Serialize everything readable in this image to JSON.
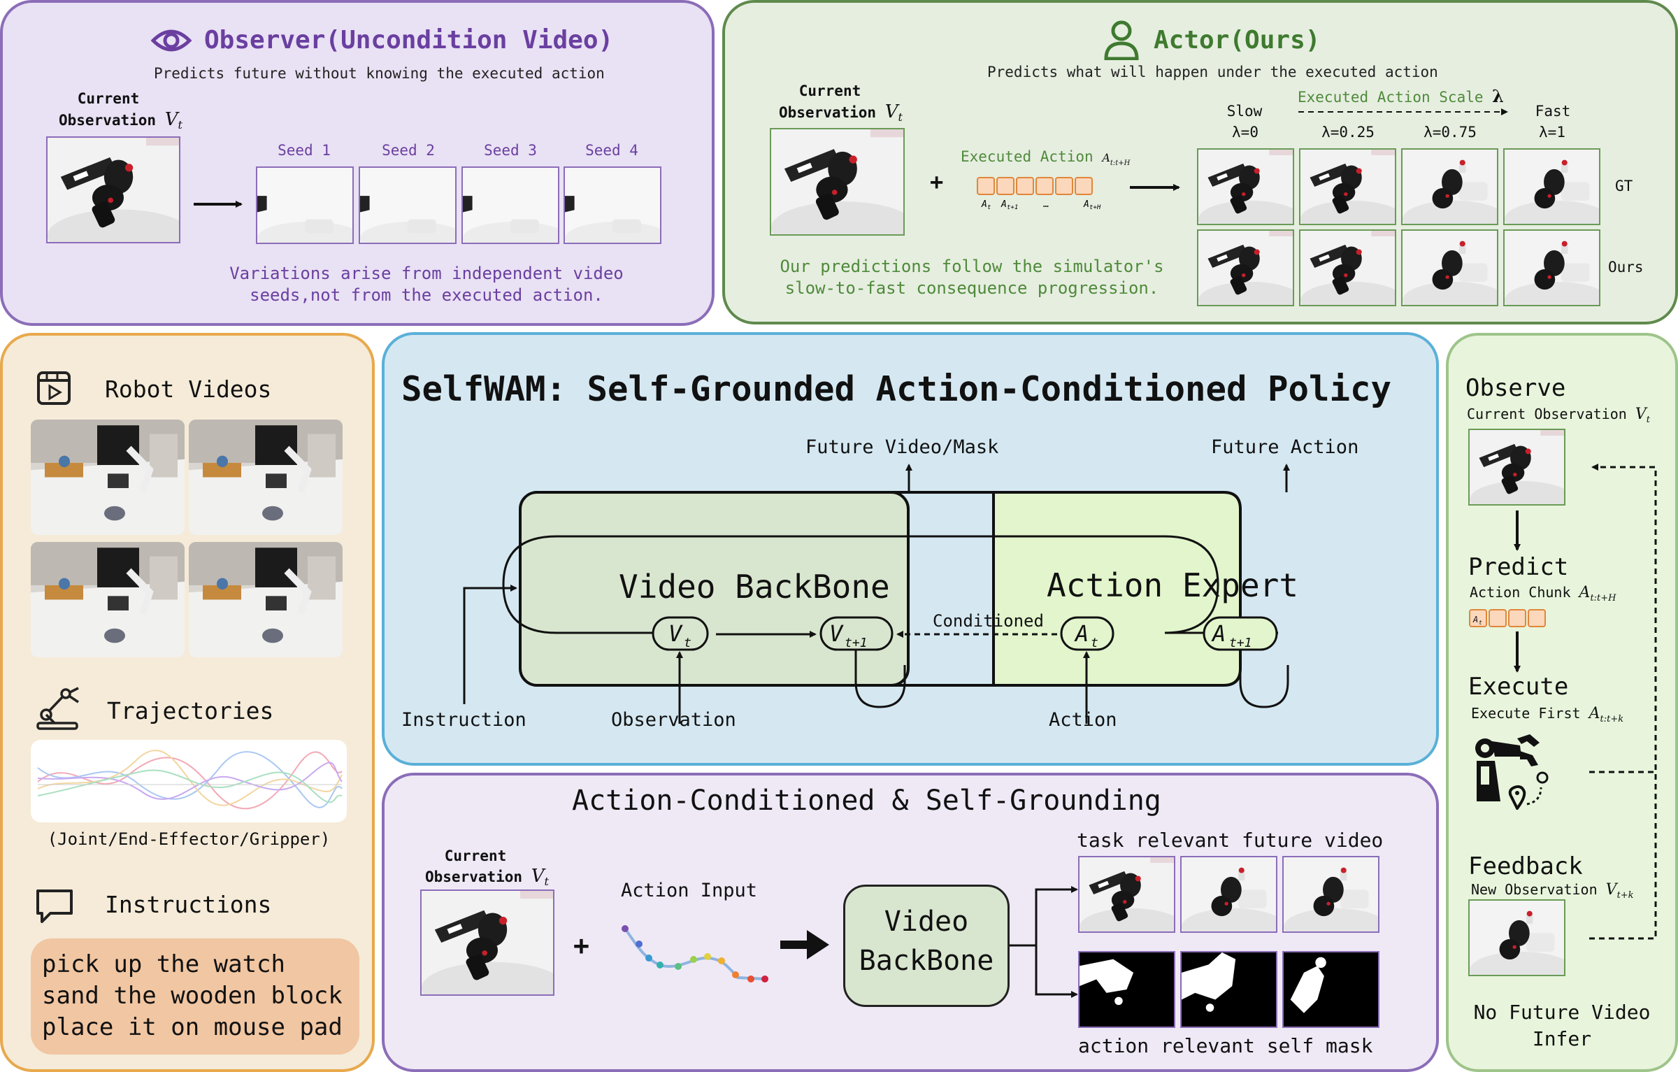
{
  "colors": {
    "purple": "#7b5aa6",
    "green": "#4c7a3c",
    "blue": "#5ab0d8",
    "orange": "#e8a94c",
    "lightgreen": "#9ec48a",
    "action_orange": "#e0873a"
  },
  "observer": {
    "title": "Observer(Uncondition Video)",
    "subtitle": "Predicts future without knowing the executed action",
    "current_obs_label": "Current",
    "current_obs_label2": "Observation",
    "vt": "V",
    "vt_sub": "t",
    "seeds": [
      "Seed 1",
      "Seed 2",
      "Seed 3",
      "Seed 4"
    ],
    "note_line1": "Variations arise from independent video",
    "note_line2": "seeds,not from the executed action."
  },
  "actor": {
    "title": "Actor(Ours)",
    "subtitle": "Predicts what will happen under the executed action",
    "current_obs_label": "Current",
    "current_obs_label2": "Observation",
    "scale_label": "Executed Action Scale",
    "lambda": "λ",
    "slow": "Slow",
    "fast": "Fast",
    "lambdas": [
      "λ=0",
      "λ=0.25",
      "λ=0.75",
      "λ=1"
    ],
    "executed_action": "Executed Action",
    "row_gt": "GT",
    "row_ours": "Ours",
    "note_line1": "Our predictions follow the simulator's",
    "note_line2": "slow-to-fast consequence progression.",
    "plus": "+"
  },
  "data_panel": {
    "robot_videos": "Robot Videos",
    "trajectories": "Trajectories",
    "traj_caption": "(Joint/End-Effector/Gripper)",
    "instructions": "Instructions",
    "instruction_lines": [
      "pick up the watch",
      "sand the wooden block",
      "place it on mouse pad"
    ]
  },
  "selfwam": {
    "title": "SelfWAM: Self-Grounded Action-Conditioned Policy",
    "future_video": "Future Video/Mask",
    "future_action": "Future Action",
    "video_backbone": "Video BackBone",
    "action_expert": "Action Expert",
    "conditioned": "Conditioned",
    "instruction": "Instruction",
    "observation": "Observation",
    "action": "Action"
  },
  "grounding": {
    "title": "Action-Conditioned & Self-Grounding",
    "current_obs_label": "Current",
    "current_obs_label2": "Observation",
    "action_input": "Action Input",
    "backbone_line1": "Video",
    "backbone_line2": "BackBone",
    "task_video": "task relevant future video",
    "self_mask": "action relevant self mask",
    "plus": "+"
  },
  "inference": {
    "observe": "Observe",
    "observe_sub": "Current Observation",
    "predict": "Predict",
    "predict_sub": "Action Chunk",
    "execute": "Execute",
    "execute_sub": "Execute First",
    "feedback": "Feedback",
    "feedback_sub": "New Observation",
    "footer_line1": "No Future Video",
    "footer_line2": "Infer"
  }
}
